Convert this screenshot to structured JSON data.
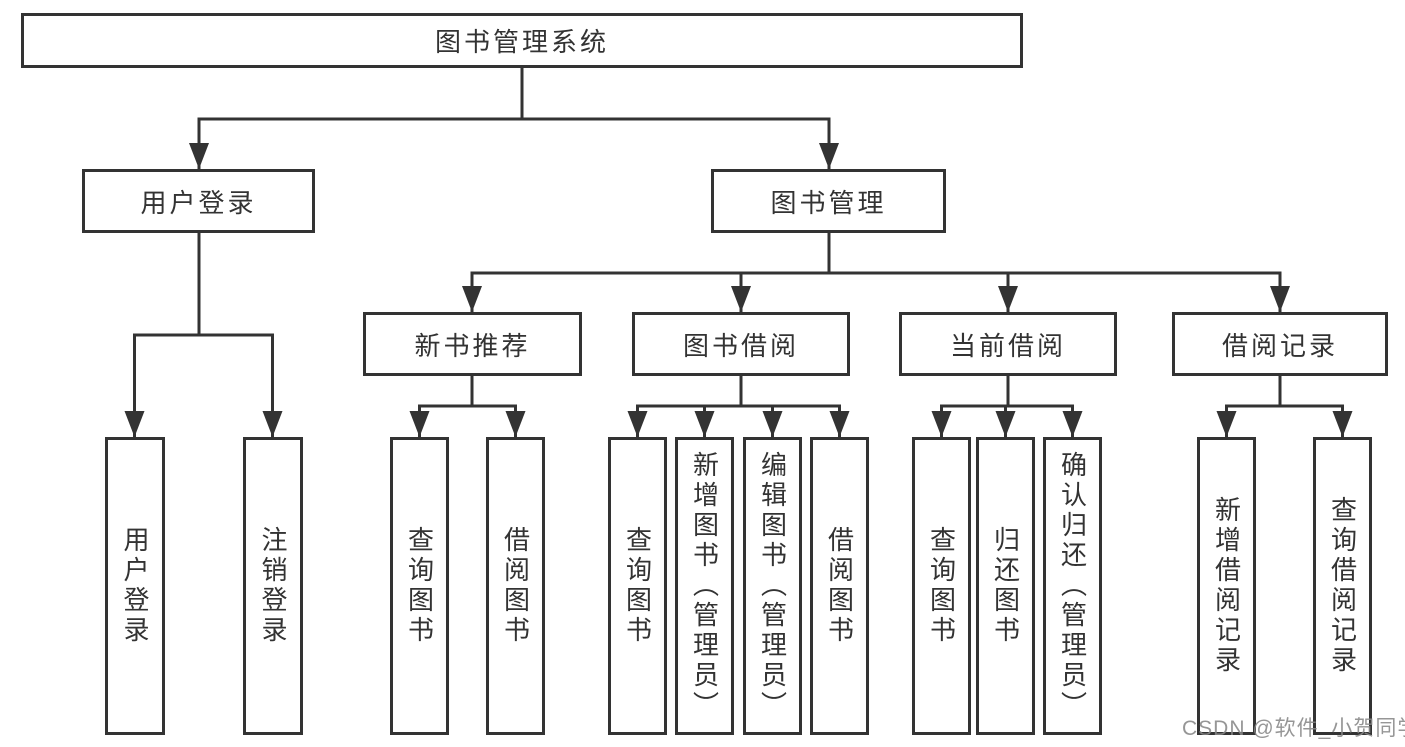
{
  "diagram": {
    "root": {
      "label": "图书管理系统"
    },
    "branches": [
      {
        "label": "用户登录",
        "children": [
          {
            "label": "用户登录"
          },
          {
            "label": "注销登录"
          }
        ]
      },
      {
        "label": "图书管理",
        "children": [
          {
            "label": "新书推荐",
            "children": [
              {
                "label": "查询图书"
              },
              {
                "label": "借阅图书"
              }
            ]
          },
          {
            "label": "图书借阅",
            "children": [
              {
                "label": "查询图书"
              },
              {
                "label": "新增图书（管理员）"
              },
              {
                "label": "编辑图书（管理员）"
              },
              {
                "label": "借阅图书"
              }
            ]
          },
          {
            "label": "当前借阅",
            "children": [
              {
                "label": "查询图书"
              },
              {
                "label": "归还图书"
              },
              {
                "label": "确认归还（管理员）"
              }
            ]
          },
          {
            "label": "借阅记录",
            "children": [
              {
                "label": "新增借阅记录"
              },
              {
                "label": "查询借阅记录"
              }
            ]
          }
        ]
      }
    ]
  },
  "watermark": {
    "text": "CSDN @软件_小贺同学"
  },
  "colors": {
    "line": "#333333",
    "box_border": "#333333",
    "box_fill": "#ffffff",
    "text": "#333333",
    "background": "#ffffff",
    "watermark": "#878787"
  }
}
